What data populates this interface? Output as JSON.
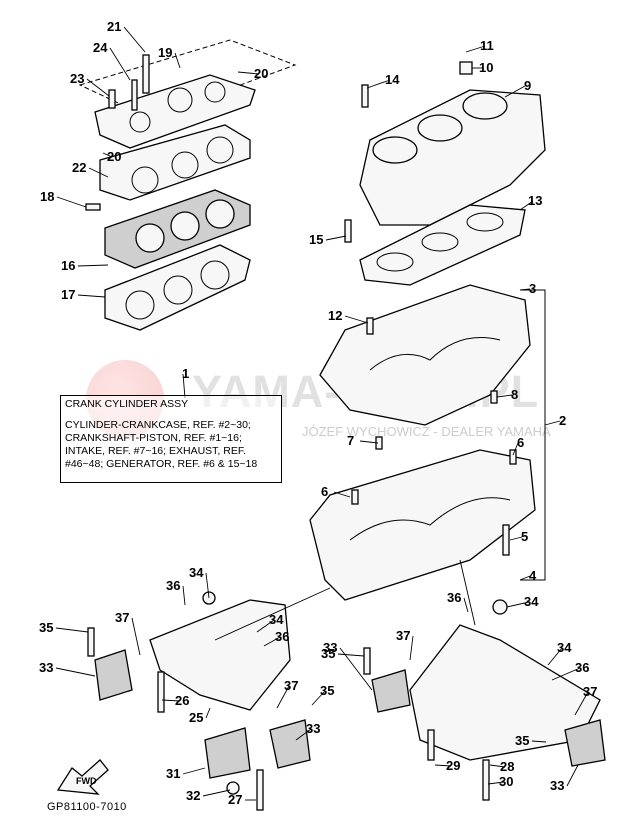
{
  "reference_box": {
    "title": "CRANK CYLINDER ASSY",
    "lines": [
      "CYLINDER-CRANKCASE, REF. #2~30;",
      "CRANKSHAFT-PISTON, REF. #1~16;",
      "INTAKE, REF. #7~16; EXHAUST, REF.",
      "#46~48; GENERATOR, REF. #6 & 15~18"
    ]
  },
  "watermark": {
    "main": "YAMA-SHOP.PL",
    "sub": "JÓZEF WYCHOWICZ - DEALER YAMAHA"
  },
  "fwd_label": "FWD",
  "diagram_code": "GP81100-7010",
  "callouts": [
    "1",
    "2",
    "3",
    "4",
    "5",
    "6",
    "6",
    "7",
    "8",
    "9",
    "10",
    "11",
    "12",
    "13",
    "14",
    "15",
    "16",
    "17",
    "18",
    "19",
    "20",
    "20",
    "21",
    "22",
    "23",
    "24",
    "25",
    "26",
    "27",
    "28",
    "29",
    "30",
    "31",
    "32",
    "33",
    "33",
    "33",
    "33",
    "34",
    "34",
    "34",
    "34",
    "35",
    "35",
    "35",
    "35",
    "36",
    "36",
    "36",
    "36",
    "37",
    "37",
    "37",
    "37"
  ]
}
